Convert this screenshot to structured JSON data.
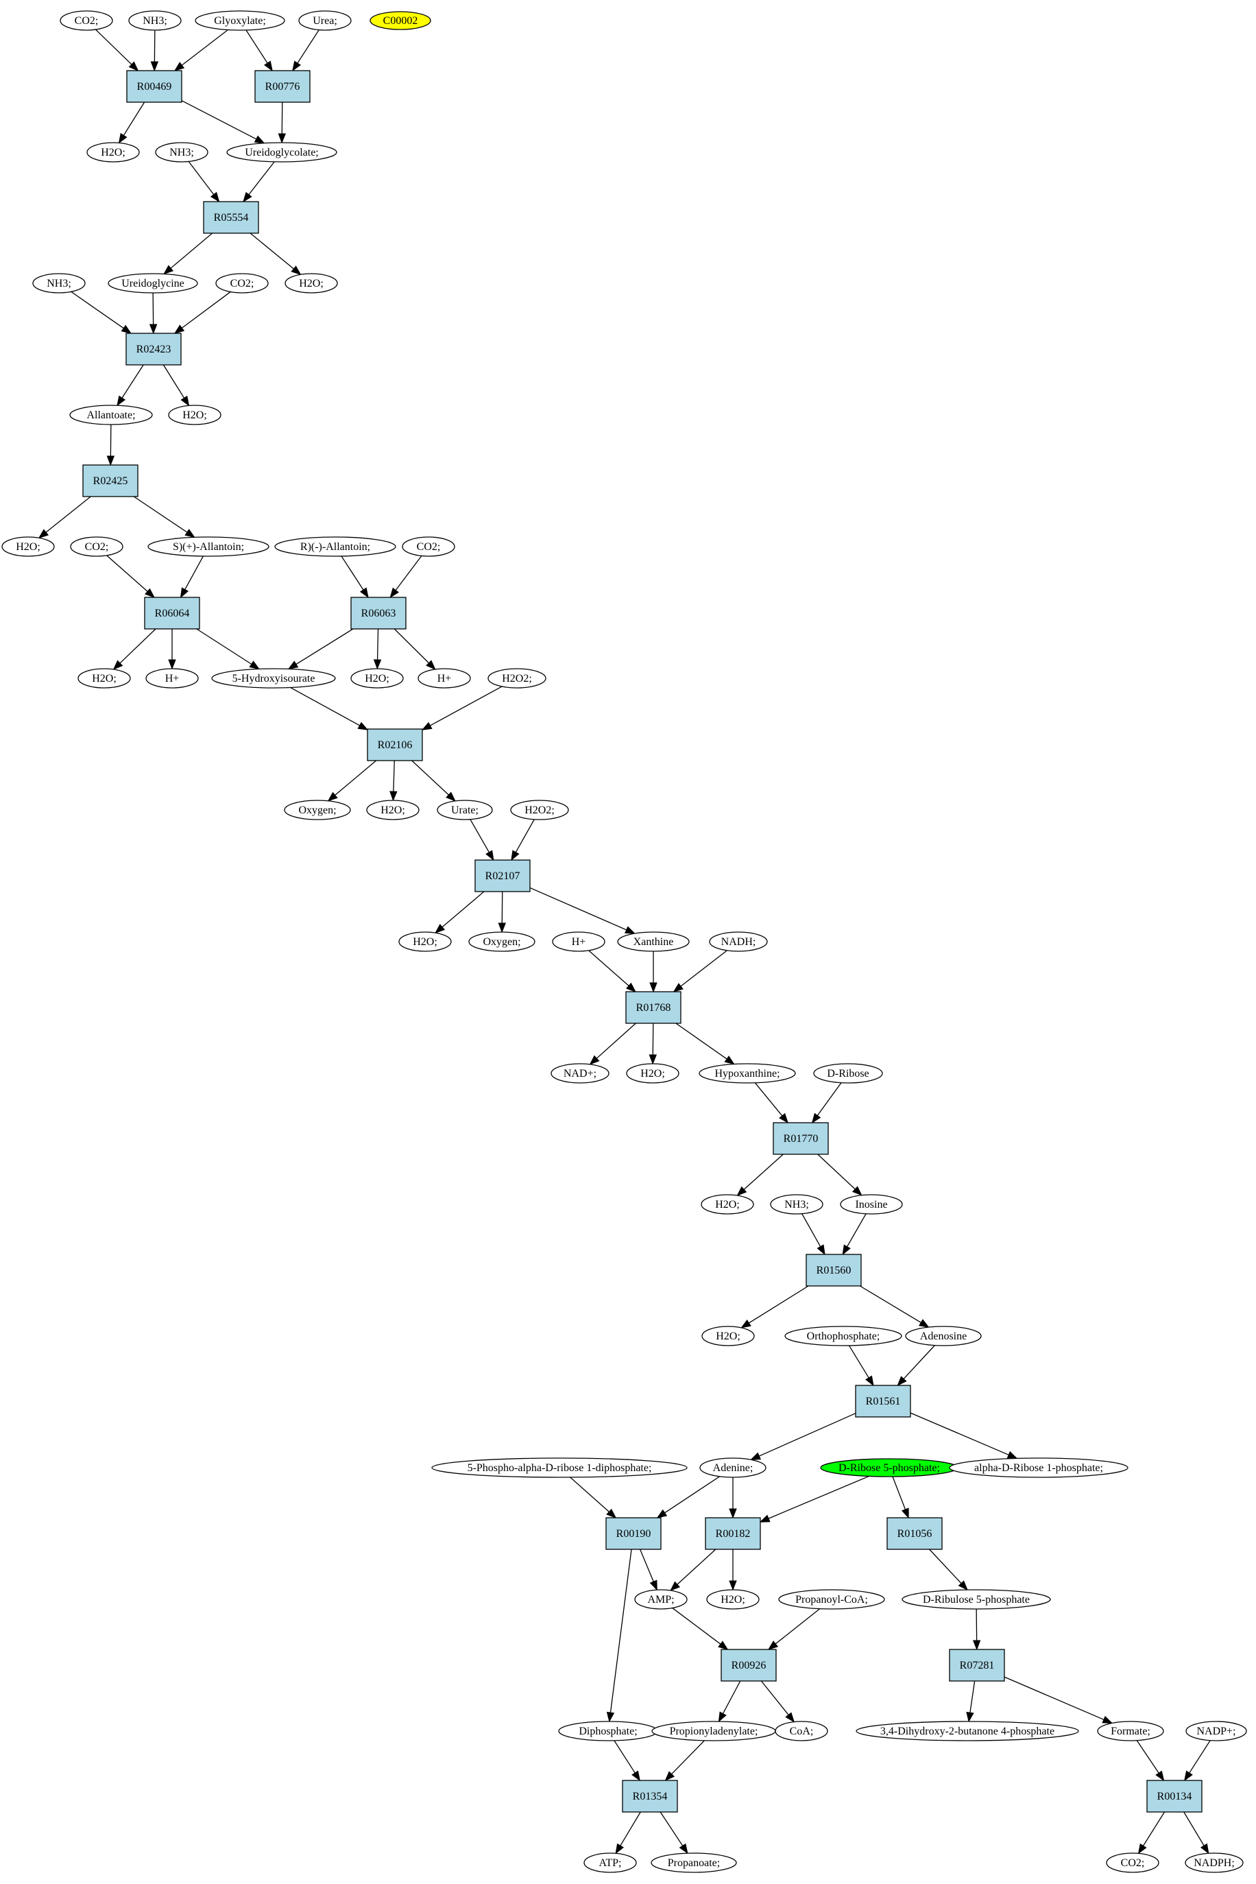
{
  "colors": {
    "reaction_fill": "#add8e6",
    "metabolite_fill": "#ffffff",
    "highlight_start": "#ffff00",
    "highlight_target": "#00ff00",
    "stroke": "#000000"
  },
  "reactions": [
    {
      "id": "R00469",
      "label": "R00469"
    },
    {
      "id": "R00776",
      "label": "R00776"
    },
    {
      "id": "R05554",
      "label": "R05554"
    },
    {
      "id": "R02423",
      "label": "R02423"
    },
    {
      "id": "R02425",
      "label": "R02425"
    },
    {
      "id": "R06064",
      "label": "R06064"
    },
    {
      "id": "R06063",
      "label": "R06063"
    },
    {
      "id": "R02106",
      "label": "R02106"
    },
    {
      "id": "R02107",
      "label": "R02107"
    },
    {
      "id": "R01768",
      "label": "R01768"
    },
    {
      "id": "R01770",
      "label": "R01770"
    },
    {
      "id": "R01560",
      "label": "R01560"
    },
    {
      "id": "R01561",
      "label": "R01561"
    },
    {
      "id": "R00190",
      "label": "R00190"
    },
    {
      "id": "R00182",
      "label": "R00182"
    },
    {
      "id": "R01056",
      "label": "R01056"
    },
    {
      "id": "R00926",
      "label": "R00926"
    },
    {
      "id": "R07281",
      "label": "R07281"
    },
    {
      "id": "R01354",
      "label": "R01354"
    },
    {
      "id": "R00134",
      "label": "R00134"
    }
  ],
  "metabolites": [
    {
      "id": "m1",
      "label": "CO2;"
    },
    {
      "id": "m2",
      "label": "NH3;"
    },
    {
      "id": "m3",
      "label": "Glyoxylate;"
    },
    {
      "id": "m4",
      "label": "Urea;"
    },
    {
      "id": "m5",
      "label": "C00002",
      "highlight": "start"
    },
    {
      "id": "m6",
      "label": "H2O;"
    },
    {
      "id": "m7",
      "label": "NH3;"
    },
    {
      "id": "m8",
      "label": "Ureidoglycolate;"
    },
    {
      "id": "m9",
      "label": "NH3;"
    },
    {
      "id": "m10",
      "label": "Ureidoglycine"
    },
    {
      "id": "m11",
      "label": "CO2;"
    },
    {
      "id": "m12",
      "label": "H2O;"
    },
    {
      "id": "m13",
      "label": "Allantoate;"
    },
    {
      "id": "m14",
      "label": "H2O;"
    },
    {
      "id": "m15",
      "label": "H2O;"
    },
    {
      "id": "m16",
      "label": "CO2;"
    },
    {
      "id": "m17",
      "label": "S)(+)-Allantoin;"
    },
    {
      "id": "m18",
      "label": "R)(-)-Allantoin;"
    },
    {
      "id": "m19",
      "label": "CO2;"
    },
    {
      "id": "m20",
      "label": "H2O;"
    },
    {
      "id": "m21",
      "label": "H+"
    },
    {
      "id": "m22",
      "label": "5-Hydroxyisourate"
    },
    {
      "id": "m23",
      "label": "H2O;"
    },
    {
      "id": "m24",
      "label": "H+"
    },
    {
      "id": "m25",
      "label": "H2O2;"
    },
    {
      "id": "m26",
      "label": "Oxygen;"
    },
    {
      "id": "m27",
      "label": "H2O;"
    },
    {
      "id": "m28",
      "label": "Urate;"
    },
    {
      "id": "m29",
      "label": "H2O2;"
    },
    {
      "id": "m30",
      "label": "H2O;"
    },
    {
      "id": "m31",
      "label": "Oxygen;"
    },
    {
      "id": "m32",
      "label": "H+"
    },
    {
      "id": "m33",
      "label": "Xanthine"
    },
    {
      "id": "m34",
      "label": "NADH;"
    },
    {
      "id": "m35",
      "label": "NAD+;"
    },
    {
      "id": "m36",
      "label": "H2O;"
    },
    {
      "id": "m37",
      "label": "Hypoxanthine;"
    },
    {
      "id": "m38",
      "label": "D-Ribose"
    },
    {
      "id": "m39",
      "label": "H2O;"
    },
    {
      "id": "m40",
      "label": "NH3;"
    },
    {
      "id": "m41",
      "label": "Inosine"
    },
    {
      "id": "m42",
      "label": "H2O;"
    },
    {
      "id": "m43",
      "label": "Orthophosphate;"
    },
    {
      "id": "m44",
      "label": "Adenosine"
    },
    {
      "id": "m45",
      "label": "5-Phospho-alpha-D-ribose 1-diphosphate;"
    },
    {
      "id": "m46",
      "label": "Adenine;"
    },
    {
      "id": "m47",
      "label": "D-Ribose 5-phosphate;",
      "highlight": "target"
    },
    {
      "id": "m48",
      "label": "alpha-D-Ribose 1-phosphate;"
    },
    {
      "id": "m49",
      "label": "AMP;"
    },
    {
      "id": "m50",
      "label": "H2O;"
    },
    {
      "id": "m51",
      "label": "Propanoyl-CoA;"
    },
    {
      "id": "m52",
      "label": "D-Ribulose 5-phosphate"
    },
    {
      "id": "m53",
      "label": "Diphosphate;"
    },
    {
      "id": "m54",
      "label": "Propionyladenylate;"
    },
    {
      "id": "m55",
      "label": "CoA;"
    },
    {
      "id": "m56",
      "label": "3,4-Dihydroxy-2-butanone 4-phosphate"
    },
    {
      "id": "m57",
      "label": "Formate;"
    },
    {
      "id": "m58",
      "label": "NADP+;"
    },
    {
      "id": "m59",
      "label": "ATP;"
    },
    {
      "id": "m60",
      "label": "Propanoate;"
    },
    {
      "id": "m61",
      "label": "CO2;"
    },
    {
      "id": "m62",
      "label": "NADPH;"
    }
  ],
  "edges": [
    [
      "m1",
      "R00469"
    ],
    [
      "m2",
      "R00469"
    ],
    [
      "m3",
      "R00469"
    ],
    [
      "m3",
      "R00776"
    ],
    [
      "m4",
      "R00776"
    ],
    [
      "R00469",
      "m6"
    ],
    [
      "R00469",
      "m8"
    ],
    [
      "R00776",
      "m8"
    ],
    [
      "m7",
      "R05554"
    ],
    [
      "m8",
      "R05554"
    ],
    [
      "R05554",
      "m10"
    ],
    [
      "R05554",
      "m12"
    ],
    [
      "m9",
      "R02423"
    ],
    [
      "m10",
      "R02423"
    ],
    [
      "m11",
      "R02423"
    ],
    [
      "R02423",
      "m13"
    ],
    [
      "R02423",
      "m14"
    ],
    [
      "m13",
      "R02425"
    ],
    [
      "R02425",
      "m15"
    ],
    [
      "R02425",
      "m17"
    ],
    [
      "m16",
      "R06064"
    ],
    [
      "m17",
      "R06064"
    ],
    [
      "R06064",
      "m20"
    ],
    [
      "R06064",
      "m21"
    ],
    [
      "R06064",
      "m22"
    ],
    [
      "m18",
      "R06063"
    ],
    [
      "m19",
      "R06063"
    ],
    [
      "R06063",
      "m22"
    ],
    [
      "R06063",
      "m23"
    ],
    [
      "R06063",
      "m24"
    ],
    [
      "m22",
      "R02106"
    ],
    [
      "m25",
      "R02106"
    ],
    [
      "R02106",
      "m26"
    ],
    [
      "R02106",
      "m27"
    ],
    [
      "R02106",
      "m28"
    ],
    [
      "m28",
      "R02107"
    ],
    [
      "m29",
      "R02107"
    ],
    [
      "R02107",
      "m30"
    ],
    [
      "R02107",
      "m31"
    ],
    [
      "R02107",
      "m33"
    ],
    [
      "m32",
      "R01768"
    ],
    [
      "m33",
      "R01768"
    ],
    [
      "m34",
      "R01768"
    ],
    [
      "R01768",
      "m35"
    ],
    [
      "R01768",
      "m36"
    ],
    [
      "R01768",
      "m37"
    ],
    [
      "m37",
      "R01770"
    ],
    [
      "m38",
      "R01770"
    ],
    [
      "R01770",
      "m39"
    ],
    [
      "R01770",
      "m41"
    ],
    [
      "m40",
      "R01560"
    ],
    [
      "m41",
      "R01560"
    ],
    [
      "R01560",
      "m42"
    ],
    [
      "R01560",
      "m44"
    ],
    [
      "m43",
      "R01561"
    ],
    [
      "m44",
      "R01561"
    ],
    [
      "R01561",
      "m46"
    ],
    [
      "R01561",
      "m48"
    ],
    [
      "m45",
      "R00190"
    ],
    [
      "m46",
      "R00190"
    ],
    [
      "m46",
      "R00182"
    ],
    [
      "m47",
      "R00182"
    ],
    [
      "m47",
      "R01056"
    ],
    [
      "R00190",
      "m49"
    ],
    [
      "R00190",
      "m53"
    ],
    [
      "R00182",
      "m49"
    ],
    [
      "R00182",
      "m50"
    ],
    [
      "R01056",
      "m52"
    ],
    [
      "m49",
      "R00926"
    ],
    [
      "m51",
      "R00926"
    ],
    [
      "R00926",
      "m54"
    ],
    [
      "R00926",
      "m55"
    ],
    [
      "m52",
      "R07281"
    ],
    [
      "R07281",
      "m56"
    ],
    [
      "R07281",
      "m57"
    ],
    [
      "m53",
      "R01354"
    ],
    [
      "m54",
      "R01354"
    ],
    [
      "R01354",
      "m59"
    ],
    [
      "R01354",
      "m60"
    ],
    [
      "m57",
      "R00134"
    ],
    [
      "m58",
      "R00134"
    ],
    [
      "R00134",
      "m61"
    ],
    [
      "R00134",
      "m62"
    ]
  ]
}
